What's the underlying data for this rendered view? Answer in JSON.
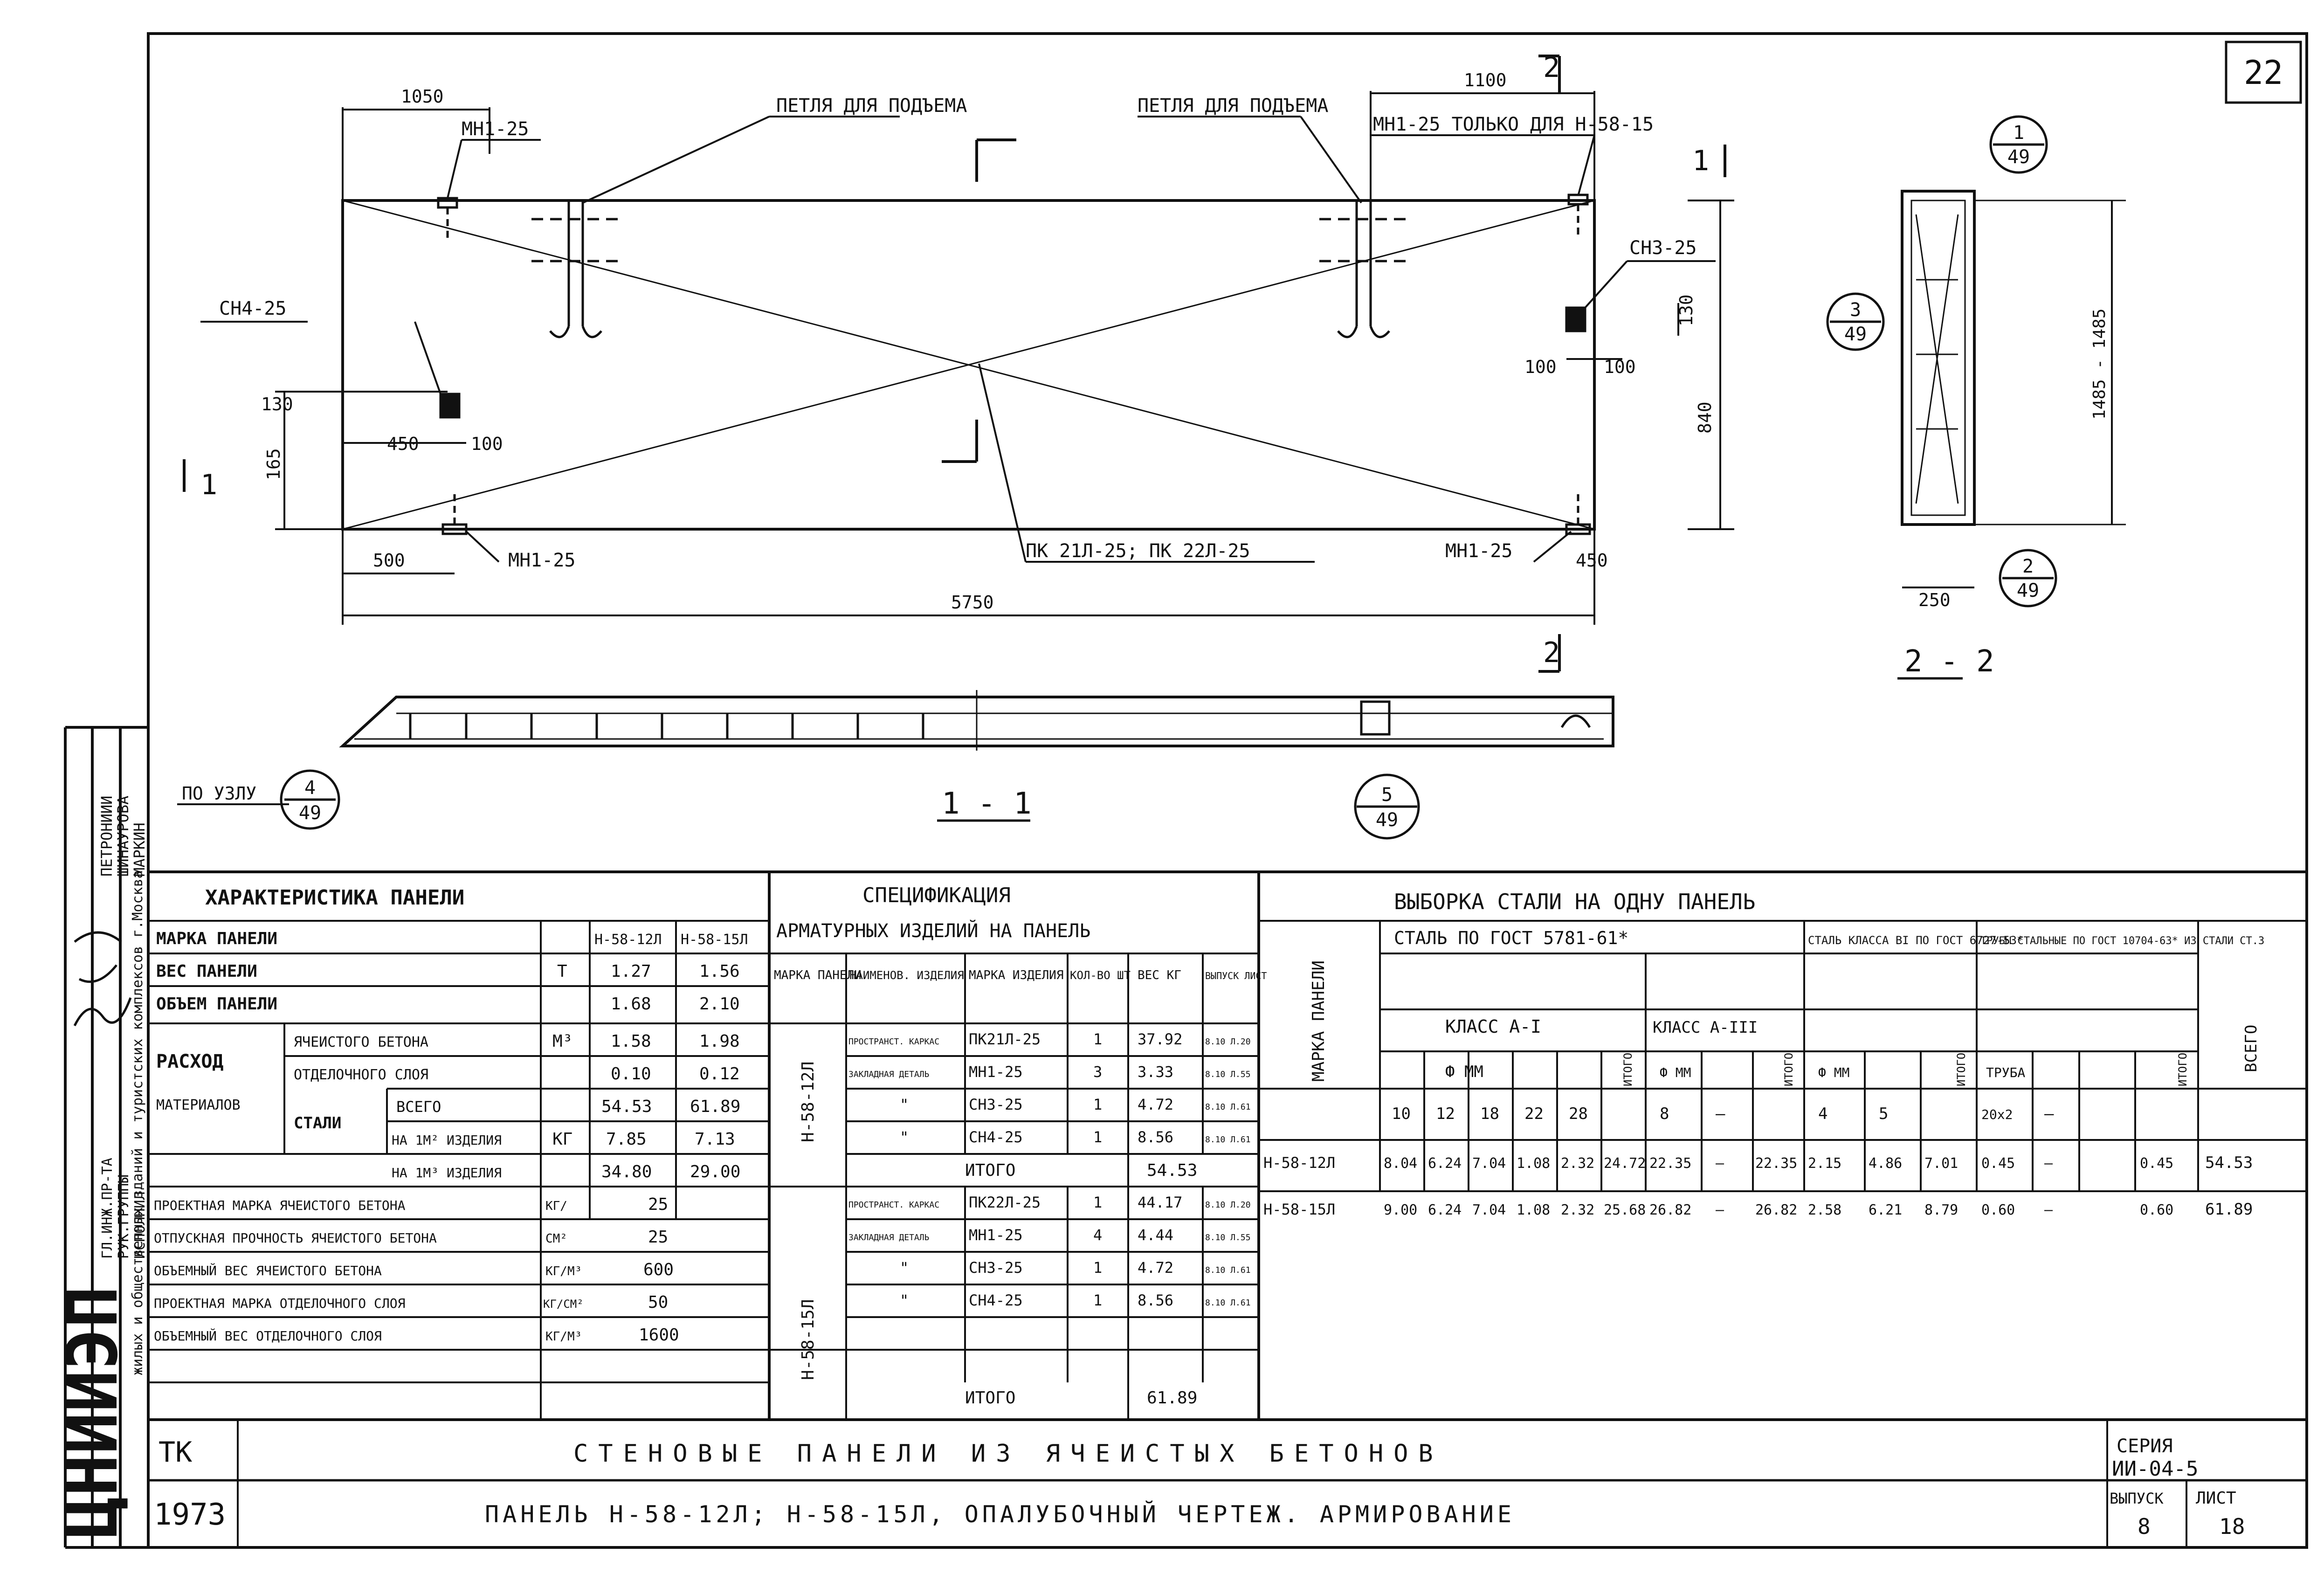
{
  "sheet": {
    "sheet_number": "22",
    "stamp": "ЦНИИЭП",
    "stamp_org": "жилых и общественных зданий и туристских комплексов г.Москва",
    "staff": {
      "roles": [
        "ГЛ.ИНЖ.ПР-ТА",
        "РУК.ГРУППЫ",
        "ИСПОЛНИЛ"
      ],
      "names": [
        "ПЕТРОНИИИ",
        "ШИНАУРОВА",
        "МАРКИН"
      ]
    }
  },
  "drawing": {
    "dims": {
      "d1050": "1050",
      "d1100": "1100",
      "d500": "500",
      "d5750": "5750",
      "d450": "450",
      "d100a": "100",
      "d130a": "130",
      "d165": "165",
      "d100b": "100",
      "d100c": "100",
      "d130b": "130",
      "d840": "840",
      "d450b": "450",
      "d250": "250",
      "d1485": "1485 - 1485"
    },
    "labels": {
      "loop_left": "ПЕТЛЯ ДЛЯ ПОДЪЕМА",
      "loop_right": "ПЕТЛЯ ДЛЯ ПОДЪЕМА",
      "mn_top_left": "МН1-25",
      "mn_top_right": "МН1-25 ТОЛЬКО ДЛЯ Н-58-15",
      "mn_bot_left": "МН1-25",
      "mn_bot_right": "МН1-25",
      "sn4": "СН4-25",
      "sn3": "СН3-25",
      "pk": "ПК 21Л-25; ПК 22Л-25",
      "node_label": "ПО УЗЛУ",
      "section_11": "1 - 1",
      "section_22": "2 - 2",
      "cut_top": "2",
      "cut_bot": "2",
      "cut_right": "1",
      "cut_left": "1"
    },
    "callouts": [
      {
        "num": "1",
        "den": "49"
      },
      {
        "num": "3",
        "den": "49"
      },
      {
        "num": "2",
        "den": "49"
      },
      {
        "num": "5",
        "den": "49"
      },
      {
        "num": "4",
        "den": "49"
      }
    ]
  },
  "characteristics": {
    "title": "ХАРАКТЕРИСТИКА ПАНЕЛИ",
    "head": {
      "label": "МАРКА ПАНЕЛИ",
      "c1": "Н-58-12Л",
      "c2": "Н-58-15Л"
    },
    "rows": [
      {
        "label": "ВЕС ПАНЕЛИ",
        "unit": "Т",
        "v1": "1.27",
        "v2": "1.56"
      },
      {
        "label": "ОБЪЕМ ПАНЕЛИ",
        "unit": "",
        "v1": "1.68",
        "v2": "2.10"
      },
      {
        "label": "ЯЧЕИСТОГО БЕТОНА",
        "unit": "М³",
        "v1": "1.58",
        "v2": "1.98"
      },
      {
        "label": "ОТДЕЛОЧНОГО СЛОЯ",
        "unit": "",
        "v1": "0.10",
        "v2": "0.12"
      },
      {
        "label": "ВСЕГО",
        "unit": "",
        "v1": "54.53",
        "v2": "61.89"
      },
      {
        "label": "НА 1М² ИЗДЕЛИЯ",
        "unit": "КГ",
        "v1": "7.85",
        "v2": "7.13"
      },
      {
        "label": "НА 1М³ ИЗДЕЛИЯ",
        "unit": "",
        "v1": "34.80",
        "v2": "29.00"
      }
    ],
    "rashod": "РАСХОД",
    "materialov": "МАТЕРИАЛОВ",
    "stali": "СТАЛИ",
    "extra": [
      {
        "label": "ПРОЕКТНАЯ МАРКА ЯЧЕИСТОГО БЕТОНА",
        "unit": "КГ/",
        "v": "25"
      },
      {
        "label": "ОТПУСКНАЯ ПРОЧНОСТЬ ЯЧЕИСТОГО БЕТОНА",
        "unit": "СМ²",
        "v": "25"
      },
      {
        "label": "ОБЪЕМНЫЙ ВЕС ЯЧЕИСТОГО БЕТОНА",
        "unit": "КГ/М³",
        "v": "600"
      },
      {
        "label": "ПРОЕКТНАЯ МАРКА ОТДЕЛОЧНОГО СЛОЯ",
        "unit": "КГ/СМ²",
        "v": "50"
      },
      {
        "label": "ОБЪЕМНЫЙ ВЕС ОТДЕЛОЧНОГО СЛОЯ",
        "unit": "КГ/М³",
        "v": "1600"
      }
    ]
  },
  "specification": {
    "title1": "СПЕЦИФИКАЦИЯ",
    "title2": "АРМАТУРНЫХ ИЗДЕЛИЙ НА ПАНЕЛЬ",
    "headers": [
      "МАРКА ПАНЕЛИ",
      "НАИМЕНОВ. ИЗДЕЛИЯ",
      "МАРКА ИЗДЕЛИЯ",
      "КОЛ-ВО ШТ",
      "ВЕС КГ",
      "ВЫПУСК ЛИСТ"
    ],
    "groups": [
      {
        "panel": "Н-58-12Л",
        "rows": [
          {
            "name": "ПРОСТРАНСТ. КАРКАС",
            "mark": "ПК21Л-25",
            "qty": "1",
            "w": "37.92",
            "ref": "8.10 Л.20"
          },
          {
            "name": "ЗАКЛАДНАЯ ДЕТАЛЬ",
            "mark": "МН1-25",
            "qty": "3",
            "w": "3.33",
            "ref": "8.10 Л.55"
          },
          {
            "name": "\"",
            "mark": "СН3-25",
            "qty": "1",
            "w": "4.72",
            "ref": "8.10 Л.61"
          },
          {
            "name": "\"",
            "mark": "СН4-25",
            "qty": "1",
            "w": "8.56",
            "ref": "8.10 Л.61"
          }
        ],
        "total_label": "ИТОГО",
        "total": "54.53"
      },
      {
        "panel": "Н-58-15Л",
        "rows": [
          {
            "name": "ПРОСТРАНСТ. КАРКАС",
            "mark": "ПК22Л-25",
            "qty": "1",
            "w": "44.17",
            "ref": "8.10 Л.20"
          },
          {
            "name": "ЗАКЛАДНАЯ ДЕТАЛЬ",
            "mark": "МН1-25",
            "qty": "4",
            "w": "4.44",
            "ref": "8.10 Л.55"
          },
          {
            "name": "\"",
            "mark": "СН3-25",
            "qty": "1",
            "w": "4.72",
            "ref": "8.10 Л.61"
          },
          {
            "name": "\"",
            "mark": "СН4-25",
            "qty": "1",
            "w": "8.56",
            "ref": "8.10 Л.61"
          }
        ],
        "total_label": "ИТОГО",
        "total": "61.89"
      }
    ]
  },
  "steel": {
    "title": "ВЫБОРКА СТАЛИ НА ОДНУ ПАНЕЛЬ",
    "mark_label": "МАРКА ПАНЕЛИ",
    "gost": "СТАЛЬ ПО ГОСТ 5781-61*",
    "classA1": "КЛАСС А-I",
    "classA3": "КЛАСС А-III",
    "bI": "СТАЛЬ КЛАССА ВI ПО ГОСТ 6727-53*",
    "pipes": "ТРУБЫ СТАЛЬНЫЕ ПО ГОСТ 10704-63* ИЗ СТАЛИ СТ.3",
    "phi": "Ф ММ",
    "truba": "ТРУБА",
    "itogo": "ИТОГО",
    "vsego": "ВСЕГО",
    "diam_a1": [
      "10",
      "12",
      "18",
      "22",
      "28"
    ],
    "diam_a3": [
      "8",
      "—"
    ],
    "diam_b1": [
      "4",
      "5"
    ],
    "diam_pipe": [
      "20х2",
      "—"
    ],
    "rows": [
      {
        "mark": "Н-58-12Л",
        "a1": [
          "8.04",
          "6.24",
          "7.04",
          "1.08",
          "2.32"
        ],
        "a1_total": "24.72",
        "a3": [
          "22.35",
          "—"
        ],
        "a3_total": "22.35",
        "b1": [
          "2.15",
          "4.86"
        ],
        "b1_total": "7.01",
        "pipe": [
          "0.45",
          "—"
        ],
        "pipe_total": "0.45",
        "total": "54.53"
      },
      {
        "mark": "Н-58-15Л",
        "a1": [
          "9.00",
          "6.24",
          "7.04",
          "1.08",
          "2.32"
        ],
        "a1_total": "25.68",
        "a3": [
          "26.82",
          "—"
        ],
        "a3_total": "26.82",
        "b1": [
          "2.58",
          "6.21"
        ],
        "b1_total": "8.79",
        "pipe": [
          "0.60",
          "—"
        ],
        "pipe_total": "0.60",
        "total": "61.89"
      }
    ]
  },
  "titleblock": {
    "tk": "ТК",
    "year": "1973",
    "title1": "СТЕНОВЫЕ ПАНЕЛИ ИЗ ЯЧЕИСТЫХ БЕТОНОВ",
    "title2": "ПАНЕЛЬ Н-58-12Л; Н-58-15Л, ОПАЛУБОЧНЫЙ ЧЕРТЕЖ. АРМИРОВАНИЕ",
    "seria_label": "СЕРИЯ",
    "seria": "ИИ-04-5",
    "vypusk_label": "ВЫПУСК",
    "list_label": "ЛИСТ",
    "vypusk": "8",
    "list": "18"
  }
}
